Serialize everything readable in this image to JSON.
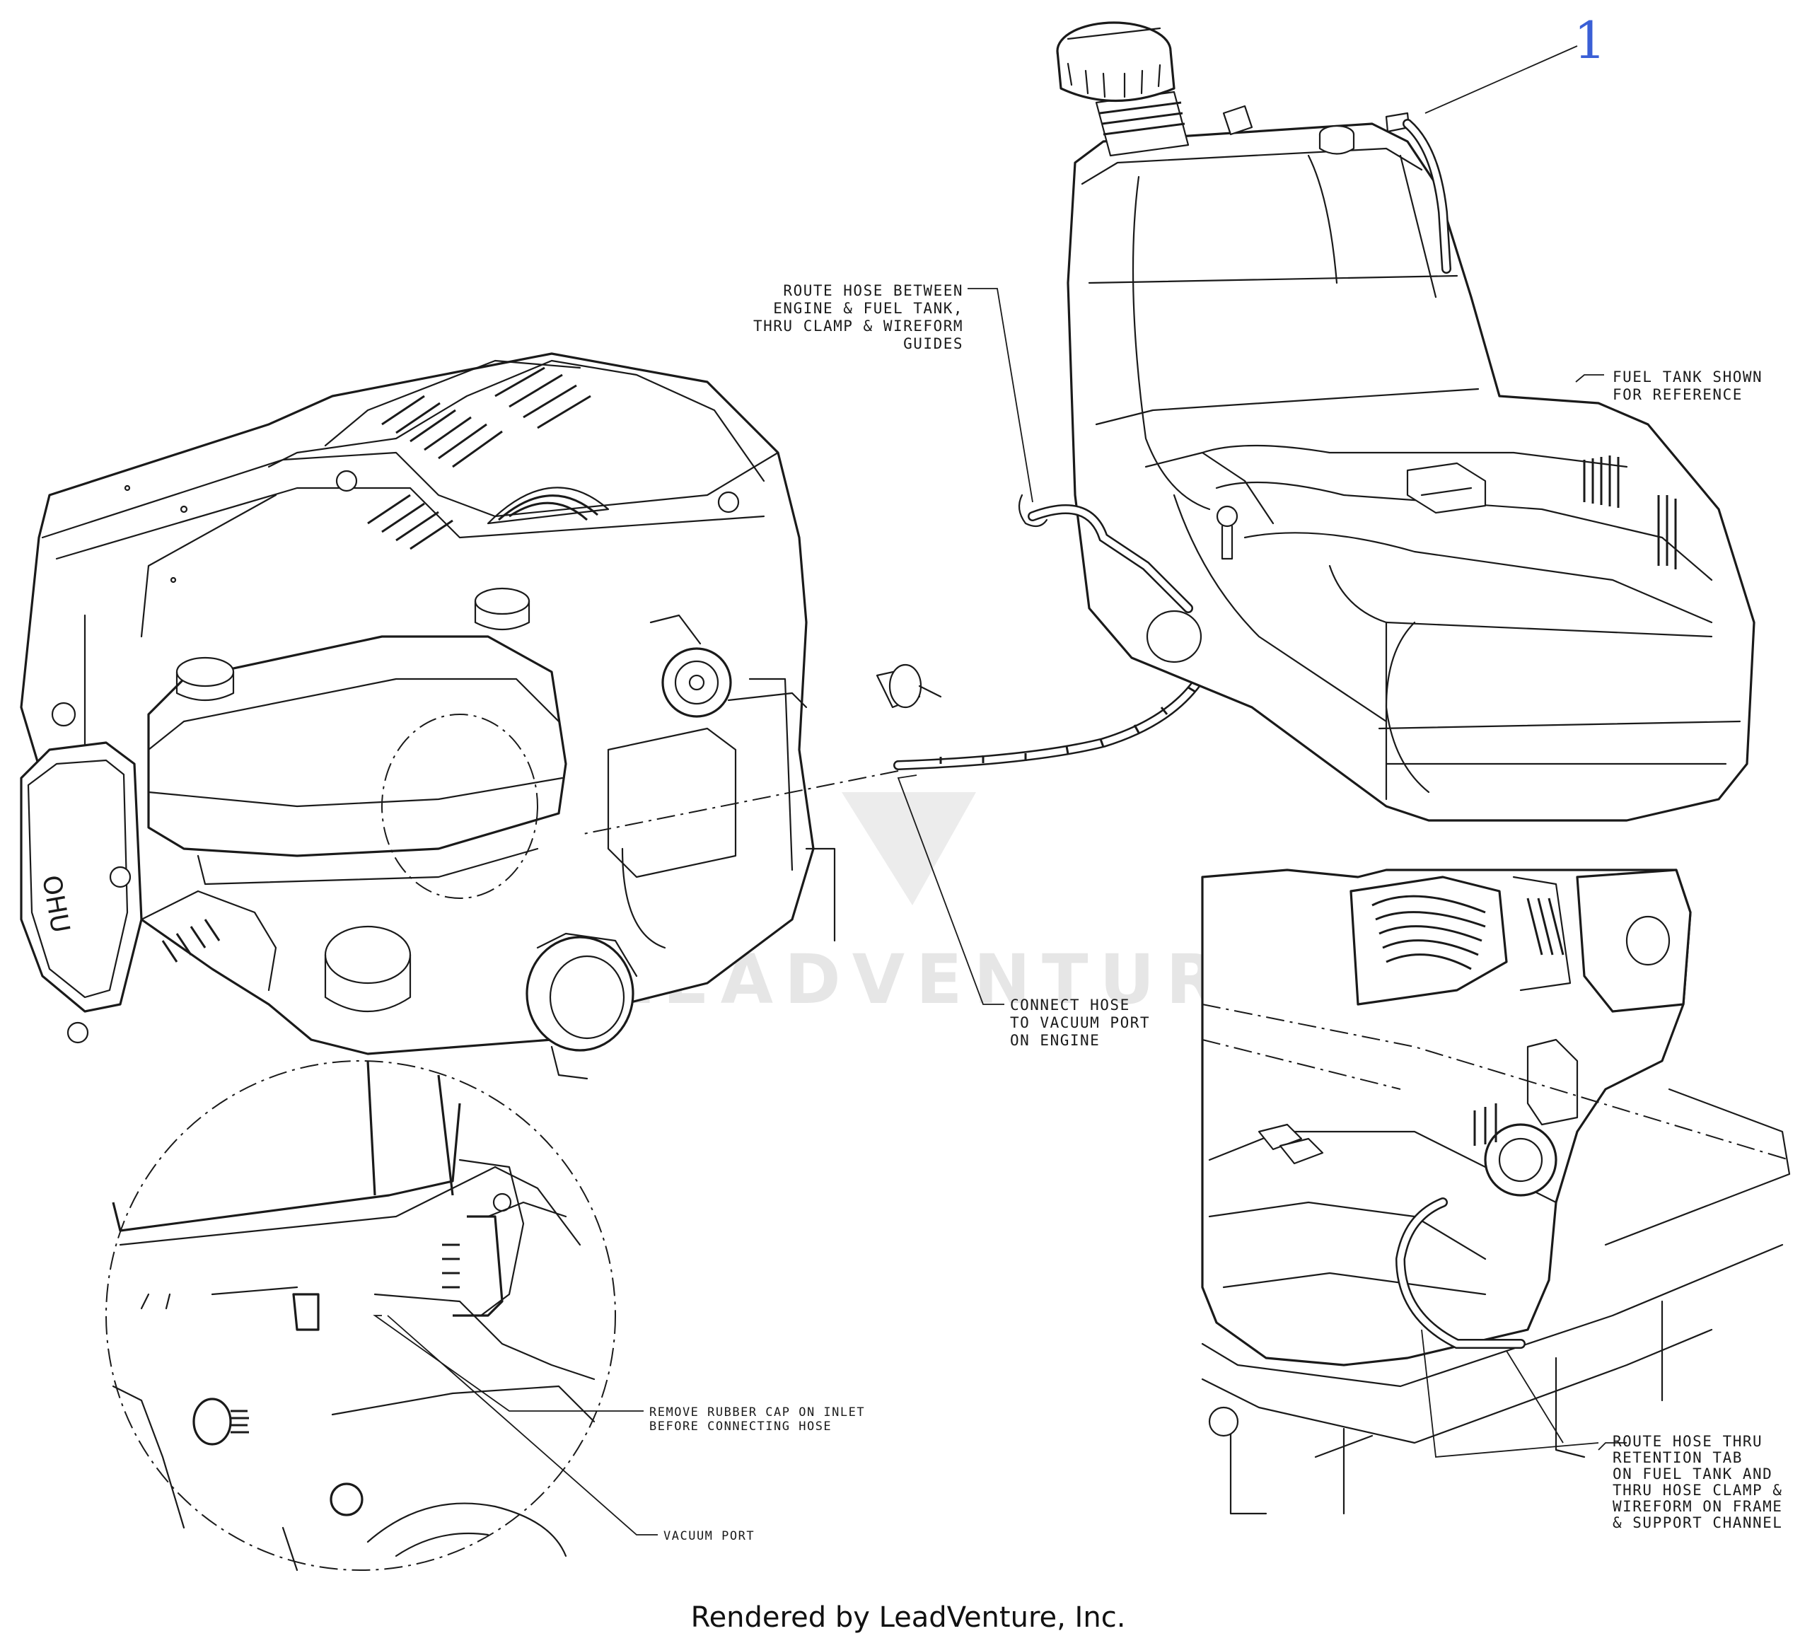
{
  "callout": {
    "number": "1"
  },
  "notes": {
    "route_between": [
      "ROUTE HOSE BETWEEN",
      "ENGINE & FUEL TANK,",
      "THRU CLAMP & WIREFORM",
      "GUIDES"
    ],
    "fuel_tank": [
      "FUEL TANK SHOWN",
      "FOR REFERENCE"
    ],
    "connect_hose": [
      "CONNECT HOSE",
      "TO VACUUM PORT",
      "ON ENGINE"
    ],
    "remove_cap": [
      "REMOVE RUBBER CAP ON INLET",
      "BEFORE CONNECTING HOSE"
    ],
    "vacuum_port": [
      "VACUUM PORT"
    ],
    "route_thru": [
      "ROUTE HOSE THRU",
      "RETENTION TAB",
      "ON FUEL TANK AND",
      "THRU HOSE CLAMP &",
      "WIREFORM ON FRAME",
      "& SUPPORT CHANNEL"
    ]
  },
  "watermark": "LEADVENTURE",
  "footer": "Rendered by LeadVenture, Inc."
}
